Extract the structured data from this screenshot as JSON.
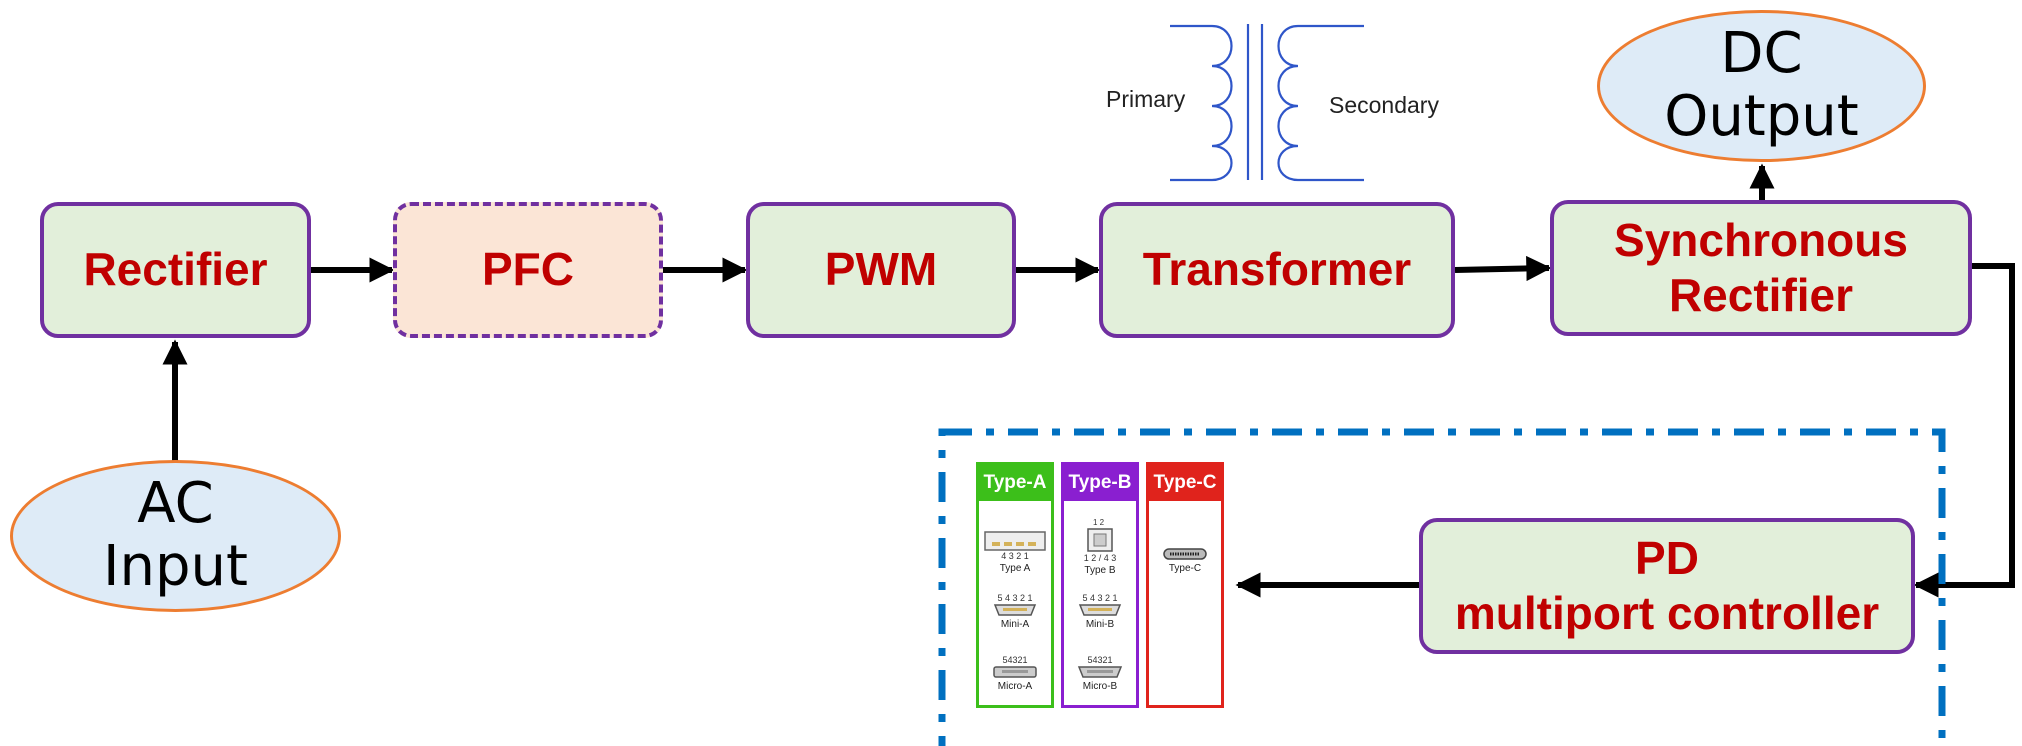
{
  "blocks": {
    "rectifier": "Rectifier",
    "pfc": "PFC",
    "pwm": "PWM",
    "transformer": "Transformer",
    "sync_line1": "Synchronous",
    "sync_line2": "Rectifier",
    "pd_line1": "PD",
    "pd_line2": "multiport controller"
  },
  "terminals": {
    "ac_line1": "AC",
    "ac_line2": "Input",
    "dc_line1": "DC",
    "dc_line2": "Output"
  },
  "transformer_symbol": {
    "primary": "Primary",
    "secondary": "Secondary"
  },
  "usb": {
    "columns": [
      {
        "header": "Type-A",
        "color": "#3cbf1a",
        "connectors": [
          {
            "icon": "usb-type-a-icon",
            "label": "Type A",
            "pins": "4 3 2 1"
          },
          {
            "icon": "usb-mini-a-icon",
            "label": "Mini-A",
            "pins": "5 4 3 2 1"
          },
          {
            "icon": "usb-micro-a-icon",
            "label": "Micro-A",
            "pins": "54321"
          }
        ]
      },
      {
        "header": "Type-B",
        "color": "#8a1fd0",
        "connectors": [
          {
            "icon": "usb-type-b-icon",
            "label": "Type B",
            "pins": "1 2 / 4 3"
          },
          {
            "icon": "usb-mini-b-icon",
            "label": "Mini-B",
            "pins": "5 4 3 2 1"
          },
          {
            "icon": "usb-micro-b-icon",
            "label": "Micro-B",
            "pins": "54321"
          }
        ]
      },
      {
        "header": "Type-C",
        "color": "#e0231c",
        "connectors": [
          {
            "icon": "usb-type-c-icon",
            "label": "Type-C"
          }
        ]
      }
    ]
  },
  "colors": {
    "block_fill": "#e2efda",
    "block_border": "#7030a0",
    "block_text": "#c00000",
    "pfc_fill": "#fbe5d6",
    "terminal_fill": "#deebf7",
    "terminal_border": "#ed7d31",
    "usb_group_border": "#0070c0",
    "transformer_coil": "#2f56c9"
  }
}
